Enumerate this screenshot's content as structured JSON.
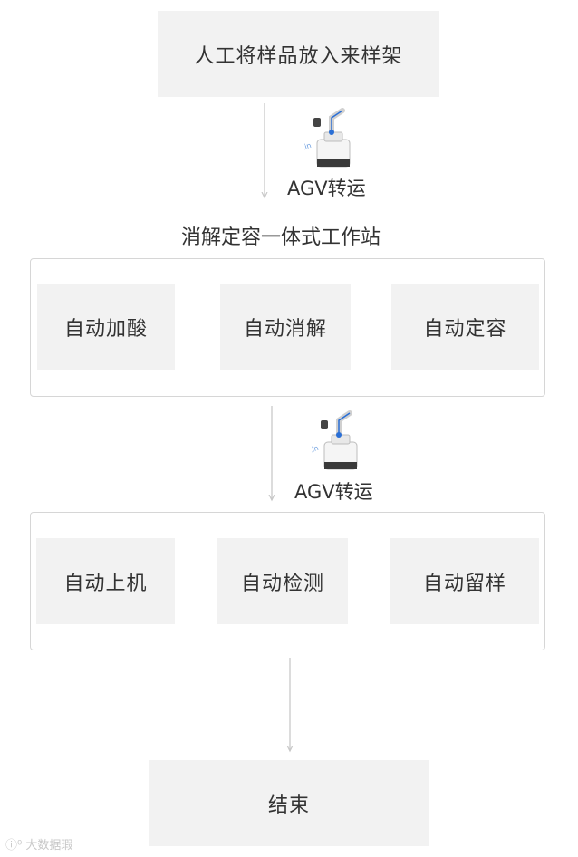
{
  "start": {
    "label": "人工将样品放入来样架"
  },
  "transfer_1": {
    "label": "AGV转运"
  },
  "station_1": {
    "title": "消解定容一体式工作站",
    "steps": [
      "自动加酸",
      "自动消解",
      "自动定容"
    ]
  },
  "transfer_2": {
    "label": "AGV转运"
  },
  "station_2": {
    "steps": [
      "自动上机",
      "自动检测",
      "自动留样"
    ]
  },
  "end": {
    "label": "结束"
  },
  "watermark": {
    "text": "大数据瑕"
  },
  "colors": {
    "box_fill": "#f2f2f2",
    "border": "#d6d6d6",
    "connector": "#c8c8c8",
    "text": "#333333",
    "robot_accent": "#2a6fd6"
  },
  "icons": [
    "agv-robot-icon"
  ]
}
